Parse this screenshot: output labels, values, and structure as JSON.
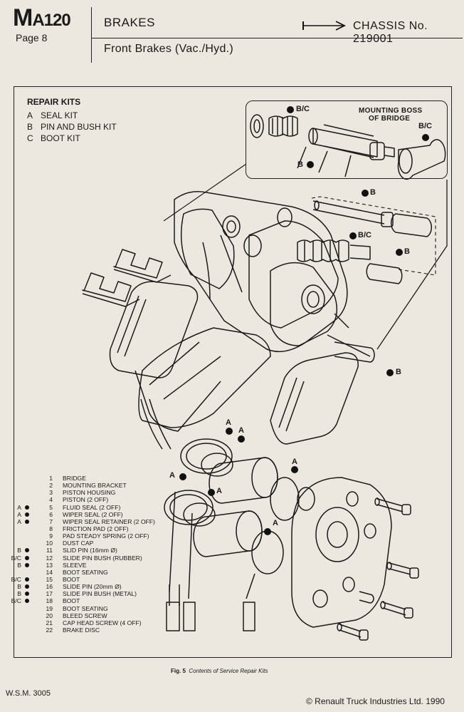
{
  "header": {
    "code_prefix": "M",
    "code_rest": "A120",
    "page": "Page 8",
    "section": "BRAKES",
    "chassis": "CHASSIS No. 219001",
    "subtitle": "Front Brakes (Vac./Hyd.)"
  },
  "repair_kits": {
    "title": "REPAIR KITS",
    "items": [
      {
        "letter": "A",
        "label": "SEAL KIT"
      },
      {
        "letter": "B",
        "label": "PIN AND BUSH KIT"
      },
      {
        "letter": "C",
        "label": "BOOT KIT"
      }
    ]
  },
  "inset": {
    "label_line1": "MOUNTING BOSS",
    "label_line2": "OF BRIDGE",
    "tag_bc": "B/C",
    "tag_b": "B"
  },
  "callouts": {
    "b": "B",
    "bc": "B/C",
    "a": "A"
  },
  "legend": [
    {
      "kit": "",
      "num": "1",
      "text": "BRIDGE"
    },
    {
      "kit": "",
      "num": "2",
      "text": "MOUNTING BRACKET"
    },
    {
      "kit": "",
      "num": "3",
      "text": "PISTON HOUSING"
    },
    {
      "kit": "",
      "num": "4",
      "text": "PISTON (2 OFF)"
    },
    {
      "kit": "A",
      "num": "5",
      "text": "FLUID SEAL (2 OFF)"
    },
    {
      "kit": "A",
      "num": "6",
      "text": "WIPER SEAL (2 OFF)"
    },
    {
      "kit": "A",
      "num": "7",
      "text": "WIPER SEAL RETAINER (2 OFF)"
    },
    {
      "kit": "",
      "num": "8",
      "text": "FRICTION PAD (2 OFF)"
    },
    {
      "kit": "",
      "num": "9",
      "text": "PAD STEADY SPRING (2 OFF)"
    },
    {
      "kit": "",
      "num": "10",
      "text": "DUST CAP"
    },
    {
      "kit": "B",
      "num": "11",
      "text": "SLID PIN (16mm Ø)"
    },
    {
      "kit": "B/C",
      "num": "12",
      "text": "SLIDE PIN BUSH (RUBBER)"
    },
    {
      "kit": "B",
      "num": "13",
      "text": "SLEEVE"
    },
    {
      "kit": "",
      "num": "14",
      "text": "BOOT SEATING"
    },
    {
      "kit": "B/C",
      "num": "15",
      "text": "BOOT"
    },
    {
      "kit": "B",
      "num": "16",
      "text": "SLIDE PIN (20mm Ø)"
    },
    {
      "kit": "B",
      "num": "17",
      "text": "SLIDE PIN BUSH (METAL)"
    },
    {
      "kit": "B/C",
      "num": "18",
      "text": "BOOT"
    },
    {
      "kit": "",
      "num": "19",
      "text": "BOOT SEATING"
    },
    {
      "kit": "",
      "num": "20",
      "text": "BLEED SCREW"
    },
    {
      "kit": "",
      "num": "21",
      "text": "CAP HEAD SCREW (4 OFF)"
    },
    {
      "kit": "",
      "num": "22",
      "text": "BRAKE DISC"
    }
  ],
  "caption": {
    "fig": "Fig. 5",
    "text": "Contents of Service Repair Kits"
  },
  "footer": {
    "left": "W.S.M. 3005",
    "right": "© Renault Truck Industries Ltd. 1990"
  }
}
